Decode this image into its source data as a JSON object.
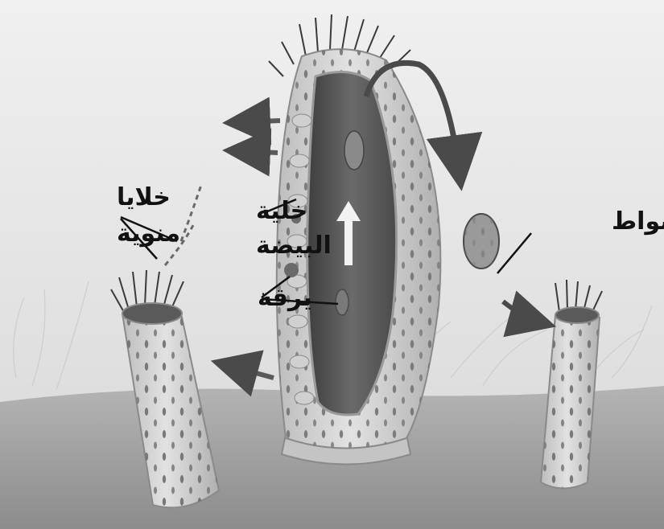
{
  "labels": {
    "sperm_cells_line1": "خلايا",
    "sperm_cells_line2": "منوية",
    "egg_cell_line1": "خلية",
    "egg_cell_line2": "البيضة",
    "larva": "يرقة",
    "bud": "أسواط"
  },
  "colors": {
    "sky": "#e6e6e6",
    "ground": "#9c9c9c",
    "sponge_body": "#d4d4d4",
    "sponge_interior": "#5a5a5a",
    "arrow_dark": "#4a4a4a",
    "arrow_light": "#f2f2f2",
    "text": "#111111"
  }
}
